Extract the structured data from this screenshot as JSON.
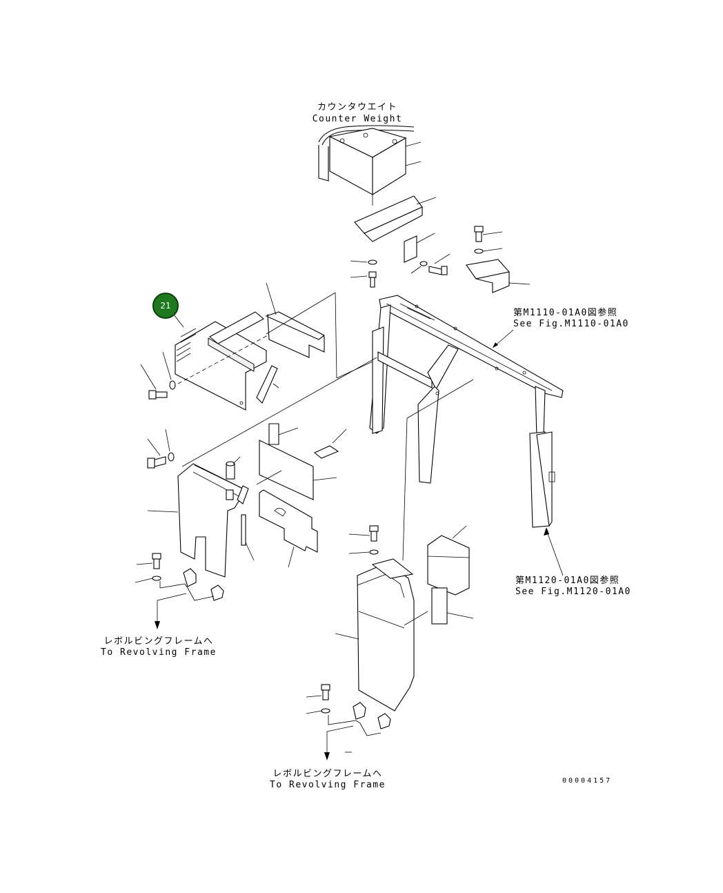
{
  "labels": {
    "counter_weight_jp": "カウンタウエイト",
    "counter_weight_en": "Counter Weight",
    "fig_m1110_jp": "第M1110-01A0図参照",
    "fig_m1110_en": "See Fig.M1110-01A0",
    "fig_m1120_jp": "第M1120-01A0図参照",
    "fig_m1120_en": "See Fig.M1120-01A0",
    "revolving_left_jp": "レボルビングフレームへ",
    "revolving_left_en": "To Revolving Frame",
    "revolving_bottom_jp": "レボルビングフレームへ",
    "revolving_bottom_en": "To Revolving Frame"
  },
  "callout": {
    "number": "21",
    "color": "#1f7a1f"
  },
  "drawing_code": "00004157"
}
